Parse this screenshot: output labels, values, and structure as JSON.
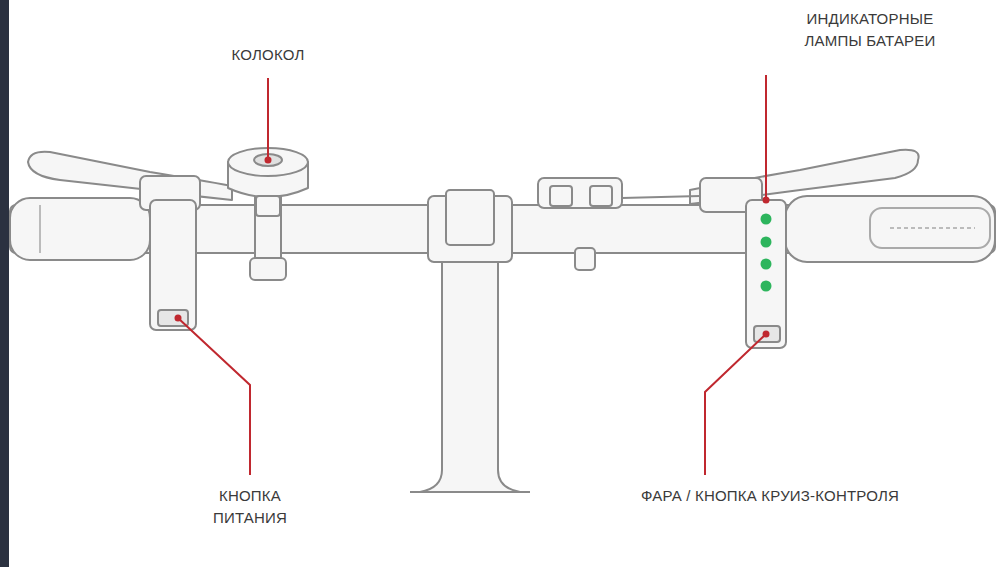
{
  "diagram": {
    "labels": [
      "КОЛОКОЛ",
      "ИНДИКАТОРНЫЕ ЛАМПЫ БАТАРЕИ",
      "КНОПКА ПИТАНИЯ",
      "ФАРА / КНОПКА КРУИЗ-КОНТРОЛЯ"
    ]
  }
}
